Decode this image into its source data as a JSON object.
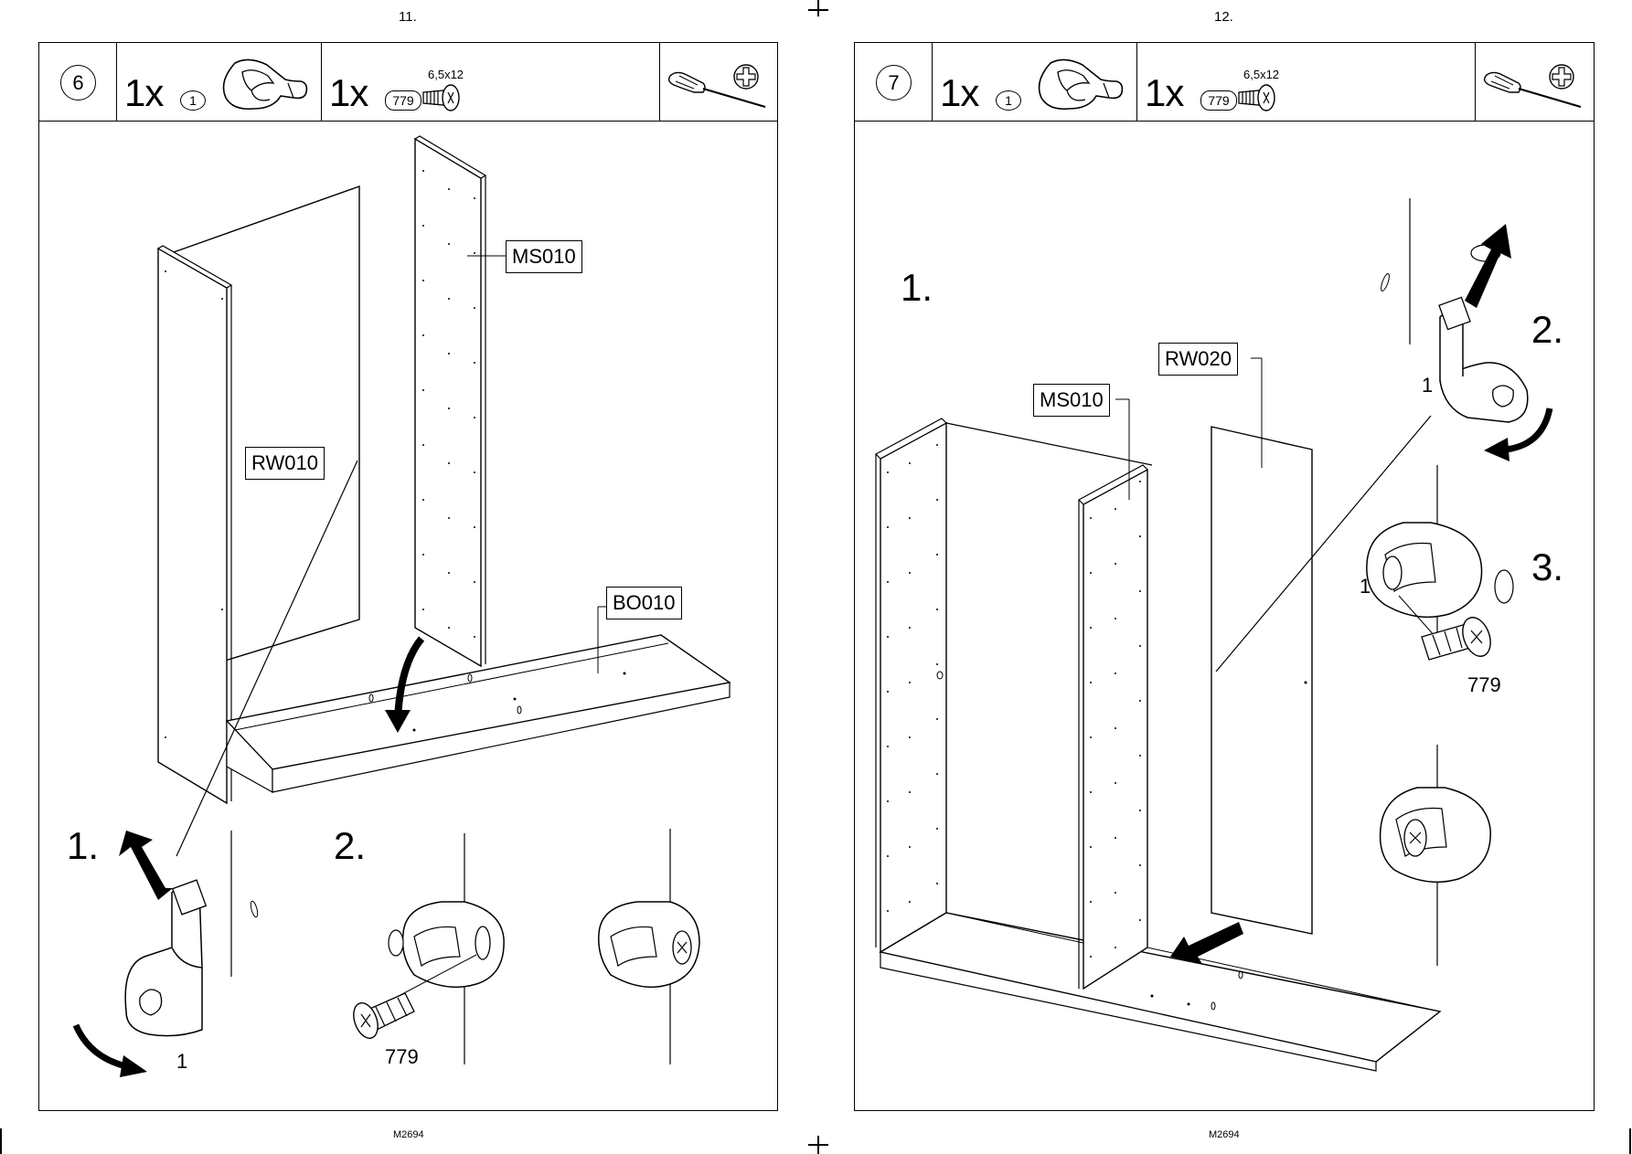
{
  "pages": [
    {
      "page_number": "11.",
      "step": "6",
      "parts": [
        {
          "qty": "1x",
          "ref": "1"
        },
        {
          "qty": "1x",
          "ref": "779",
          "spec": "6,5x12"
        }
      ],
      "labels": {
        "a": "MS010",
        "b": "RW010",
        "c": "BO010"
      },
      "substeps": {
        "s1": "1.",
        "s2": "2."
      },
      "callouts": {
        "fitting": "1",
        "screw": "779"
      },
      "footer": "M2694"
    },
    {
      "page_number": "12.",
      "step": "7",
      "parts": [
        {
          "qty": "1x",
          "ref": "1"
        },
        {
          "qty": "1x",
          "ref": "779",
          "spec": "6,5x12"
        }
      ],
      "labels": {
        "a": "RW020",
        "b": "MS010"
      },
      "substeps": {
        "s1": "1.",
        "s2": "2.",
        "s3": "3."
      },
      "callouts": {
        "fitting_a": "1",
        "fitting_b": "1",
        "screw": "779"
      },
      "footer": "M2694"
    }
  ],
  "colors": {
    "line": "#000000",
    "paper": "#ffffff",
    "watermark": "#6c7cff"
  },
  "icons": [
    "cam-fitting-icon",
    "screw-icon",
    "screwdriver-icon",
    "phillips-head-icon",
    "arrow-icon"
  ]
}
